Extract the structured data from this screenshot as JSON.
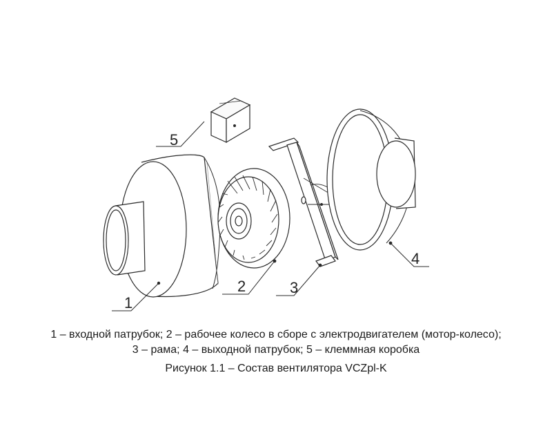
{
  "callouts": [
    {
      "id": "1",
      "label": "1"
    },
    {
      "id": "2",
      "label": "2"
    },
    {
      "id": "3",
      "label": "3"
    },
    {
      "id": "4",
      "label": "4"
    },
    {
      "id": "5",
      "label": "5"
    }
  ],
  "legend": {
    "line1": "1 – входной патрубок; 2 – рабочее колесо в сборе с электродвигателем (мотор-колесо);",
    "line2": "3 – рама; 4 – выходной патрубок; 5 – клеммная коробка"
  },
  "figure_title": "Рисунок 1.1 – Состав вентилятора VCZpl-K"
}
